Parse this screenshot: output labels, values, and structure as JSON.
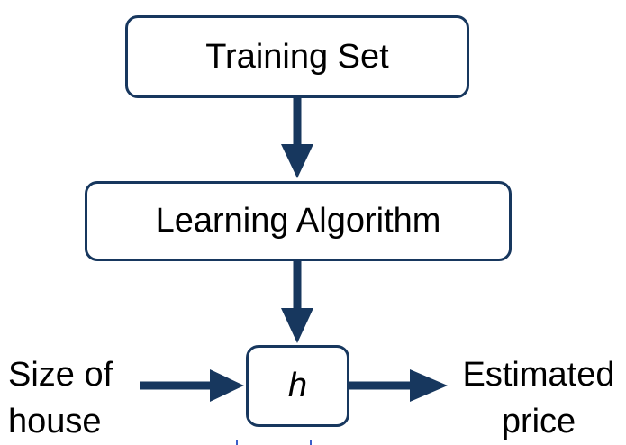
{
  "boxes": {
    "training_set": "Training Set",
    "learning_algorithm": "Learning Algorithm",
    "hypothesis": "h"
  },
  "input_label": {
    "line1": "Size of",
    "line2": "house"
  },
  "output_label": {
    "line1": "Estimated",
    "line2": "price"
  },
  "colors": {
    "stroke": "#17375e",
    "text": "#000000"
  }
}
